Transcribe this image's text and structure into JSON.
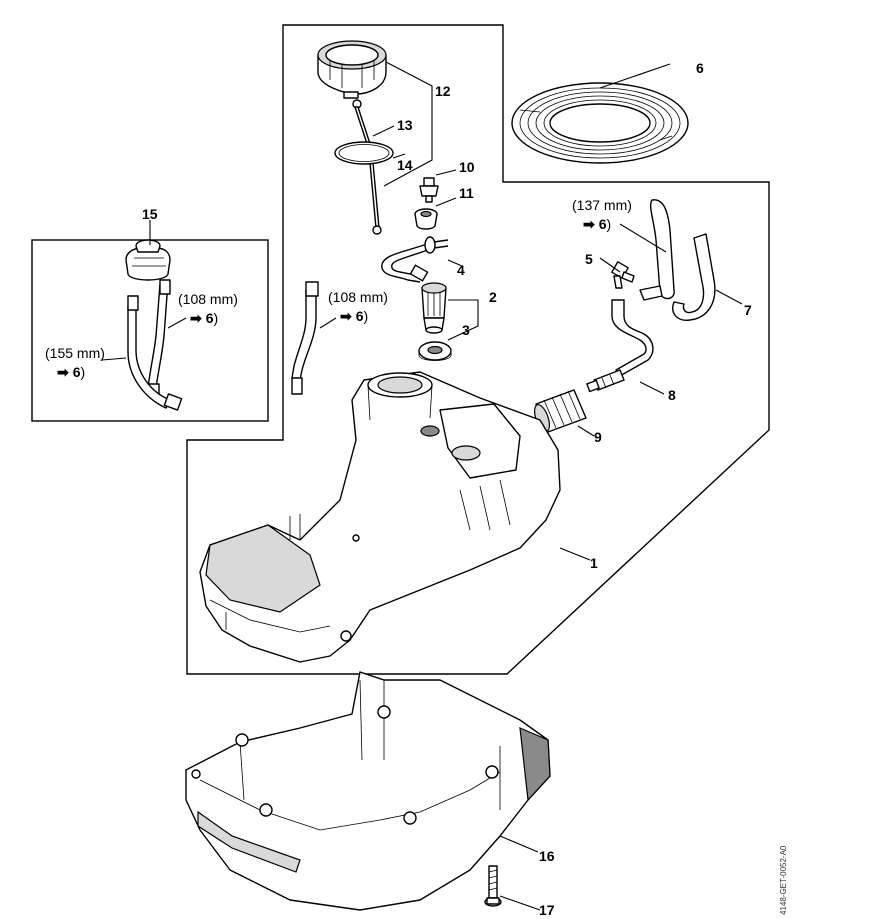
{
  "labels": {
    "l1": "1",
    "l2": "2",
    "l3": "3",
    "l4": "4",
    "l5": "5",
    "l6": "6",
    "l7": "7",
    "l8": "8",
    "l9": "9",
    "l10": "10",
    "l11": "11",
    "l12": "12",
    "l13": "13",
    "l14": "14",
    "l15": "15",
    "l16": "16",
    "l17": "17"
  },
  "hose_lengths": {
    "len_137": "(137 mm)",
    "len_108_inset": "(108 mm)",
    "len_108_main": "(108 mm)",
    "len_155": "(155 mm)"
  },
  "hose_refs": {
    "ref_137": "6",
    "ref_108_inset": "6",
    "ref_108_main": "6",
    "ref_155": "6"
  },
  "reference_arrow": "➡",
  "document_code": "4148-GET-0052-A0"
}
